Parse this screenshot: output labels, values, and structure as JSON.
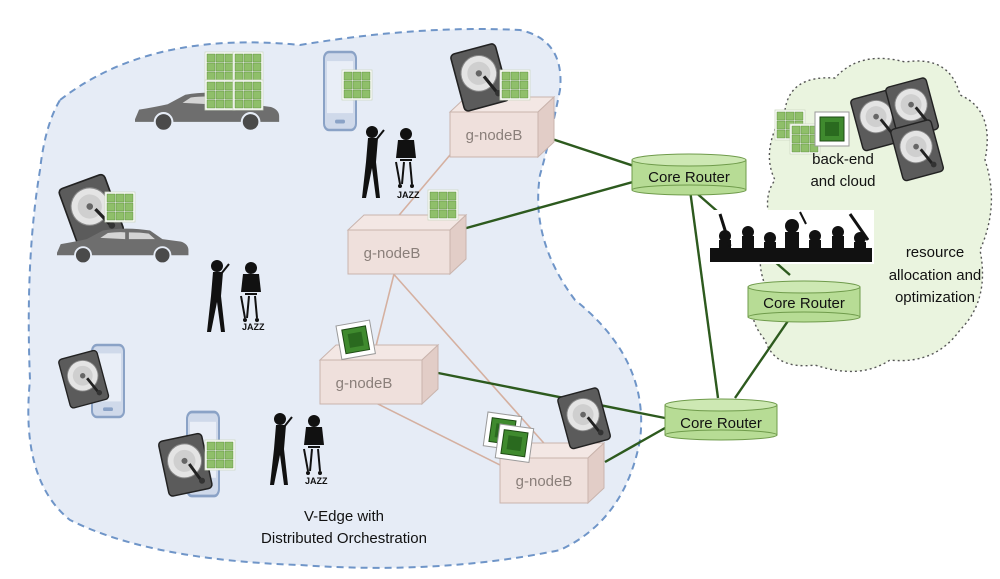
{
  "nodes": {
    "gnodeb_1": "g-nodeB",
    "gnodeb_2": "g-nodeB",
    "gnodeb_3": "g-nodeB",
    "gnodeb_4": "g-nodeB"
  },
  "routers": {
    "core_router_1": "Core Router",
    "core_router_2": "Core Router",
    "core_router_3": "Core Router"
  },
  "cloud": {
    "label_line1": "back-end",
    "label_line2": "and cloud"
  },
  "resource": {
    "line1": "resource",
    "line2": "allocation and",
    "line3": "optimization"
  },
  "edge": {
    "line1": "V-Edge with",
    "line2": "Distributed Orchestration"
  },
  "jazz_text": "JAZZ",
  "colors": {
    "edge_fill": "#e6ecf6",
    "edge_border": "#6f95c8",
    "cloud_fill": "#eaf4df",
    "router_fill": "#b7dc95",
    "router_stroke": "#6f9b4b",
    "node_fill": "#efe0dc",
    "node_stroke": "#c9b4ad",
    "backbone": "#2d5a1e",
    "edge_link": "#d5b0a0"
  }
}
